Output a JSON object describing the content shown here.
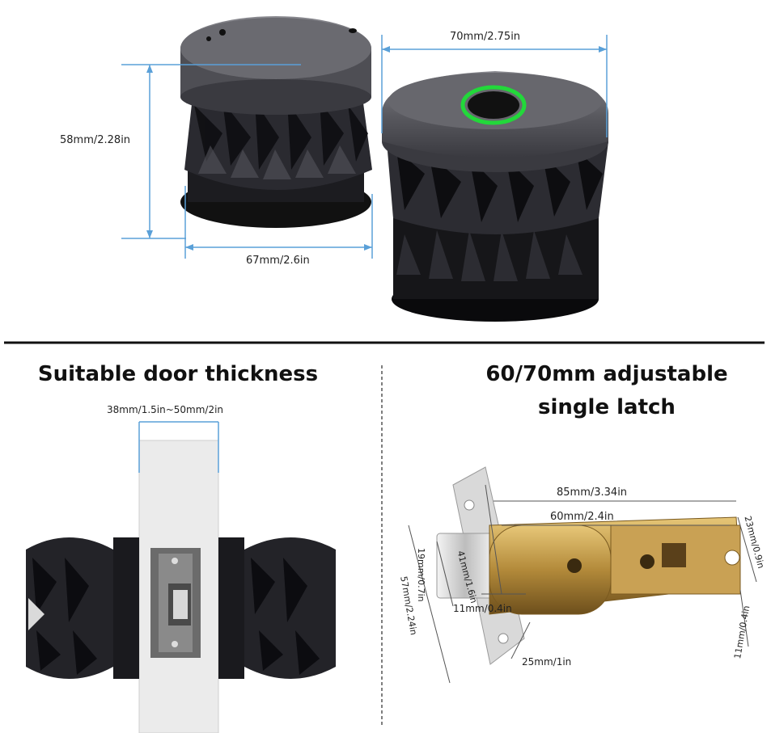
{
  "top_dimensions": {
    "height_label": "58mm/2.28in",
    "base_width_label": "67mm/2.6in",
    "top_width_label": "70mm/2.75in"
  },
  "door_section": {
    "title": "Suitable door thickness",
    "thickness_label": "38mm/1.5in~50mm/2in"
  },
  "latch_section": {
    "title_line1": "60/70mm adjustable",
    "title_line2": "single latch",
    "dims": {
      "length_85": "85mm/3.34in",
      "length_60": "60mm/2.4in",
      "dia_41": "41mm/1.6in",
      "h_19": "19mm/0.7in",
      "h_57": "57mm/2.24in",
      "w_11a": "11mm/0.4in",
      "w_25": "25mm/1in",
      "h_23": "23mm/0.9in",
      "w_11b": "11mm/0.4in"
    }
  },
  "colors": {
    "dimension_line": "#5aa0d8",
    "knob_dark": "#1e1e22",
    "knob_metal": "#6e6e74",
    "fingerprint_ring": "#22d83a",
    "latch_brass": "#b38a3a"
  }
}
